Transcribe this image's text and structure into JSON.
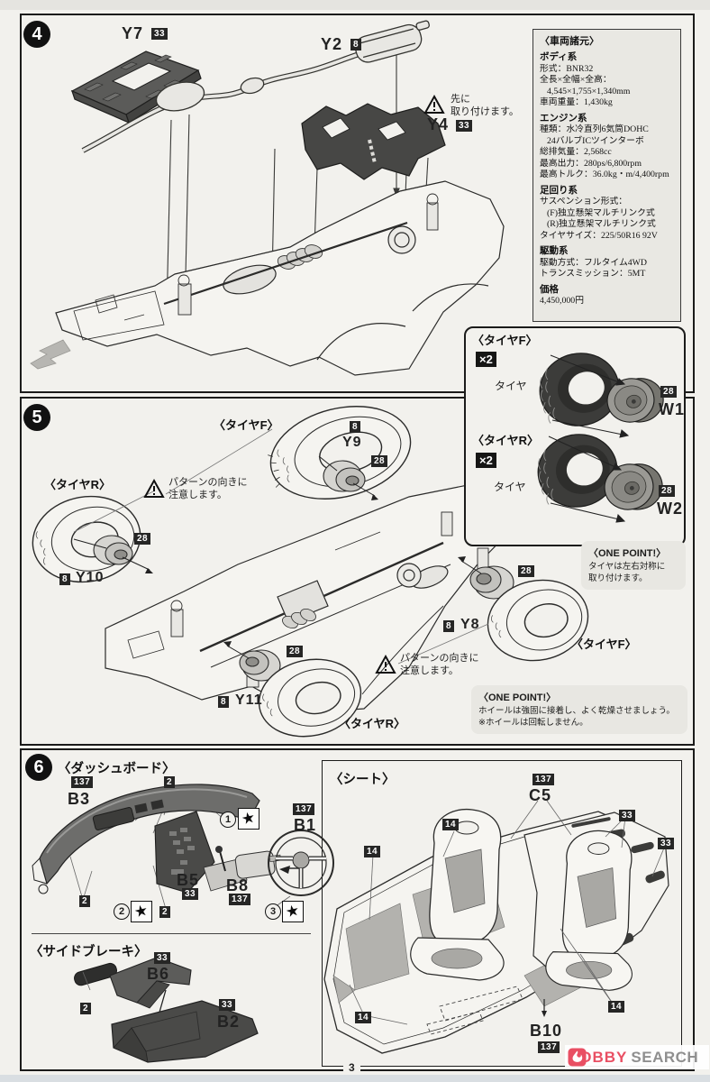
{
  "page": {
    "number": "3"
  },
  "badges": {
    "b2": "2",
    "b8": "8",
    "b14": "14",
    "b28": "28",
    "b33": "33",
    "b137": "137"
  },
  "qty_badge": "×2",
  "star": "★",
  "logo": {
    "brand": "HOBBY",
    "suffix": "SEARCH"
  },
  "step4": {
    "number": "4",
    "parts": {
      "y7": "Y7",
      "y2": "Y2",
      "y4": "Y4"
    },
    "note": {
      "line1": "先に",
      "line2": "取り付けます。"
    },
    "spec": {
      "title": "〈車両諸元〉",
      "sections": [
        {
          "heading": "ボディ系",
          "lines": [
            "形式：BNR32",
            "全長×全幅×全高：",
            "4,545×1,755×1,340mm",
            "車両重量：1,430kg"
          ]
        },
        {
          "heading": "エンジン系",
          "lines": [
            "種類：水冷直列6気筒DOHC",
            "24バルブICツインターボ",
            "総排気量：2,568cc",
            "最高出力：280ps/6,800rpm",
            "最高トルク：36.0kg・m/4,400rpm"
          ]
        },
        {
          "heading": "足回り系",
          "lines": [
            "サスペンション形式：",
            "(F)独立懸架マルチリンク式",
            "(R)独立懸架マルチリンク式",
            "タイヤサイズ：225/50R16 92V"
          ]
        },
        {
          "heading": "駆動系",
          "lines": [
            "駆動方式：フルタイム4WD",
            "トランスミッション：5MT"
          ]
        },
        {
          "heading": "価格",
          "lines": [
            "4,450,000円"
          ]
        }
      ]
    }
  },
  "tire_panel": {
    "front_title": "〈タイヤF〉",
    "rear_title": "〈タイヤR〉",
    "tire_label": "タイヤ",
    "w1": "W1",
    "w2": "W2",
    "one_point": {
      "title": "〈ONE POINT!〉",
      "line1": "タイヤは左右対称に",
      "line2": "取り付けます。"
    }
  },
  "step5": {
    "number": "5",
    "tire_front_title": "〈タイヤF〉",
    "tire_rear_title": "〈タイヤR〉",
    "pattern_note": {
      "line1": "パターンの向きに",
      "line2": "注意します。"
    },
    "parts": {
      "y8": "Y8",
      "y9": "Y9",
      "y10": "Y10",
      "y11": "Y11"
    },
    "one_point": {
      "title": "〈ONE POINT!〉",
      "line1": "ホイールは強固に接着し、よく乾燥させましょう。",
      "line2": "※ホイールは回転しません。"
    }
  },
  "step6": {
    "number": "6",
    "dashboard": {
      "title": "〈ダッシュボード〉",
      "b3": "B3",
      "b1": "B1",
      "b5": "B5",
      "b8": "B8",
      "step1": "1",
      "step2": "2",
      "step3": "3"
    },
    "sidebrake": {
      "title": "〈サイドブレーキ〉",
      "b6": "B6",
      "b2": "B2"
    },
    "seat": {
      "title": "〈シート〉",
      "c5": "C5",
      "b10": "B10"
    }
  }
}
